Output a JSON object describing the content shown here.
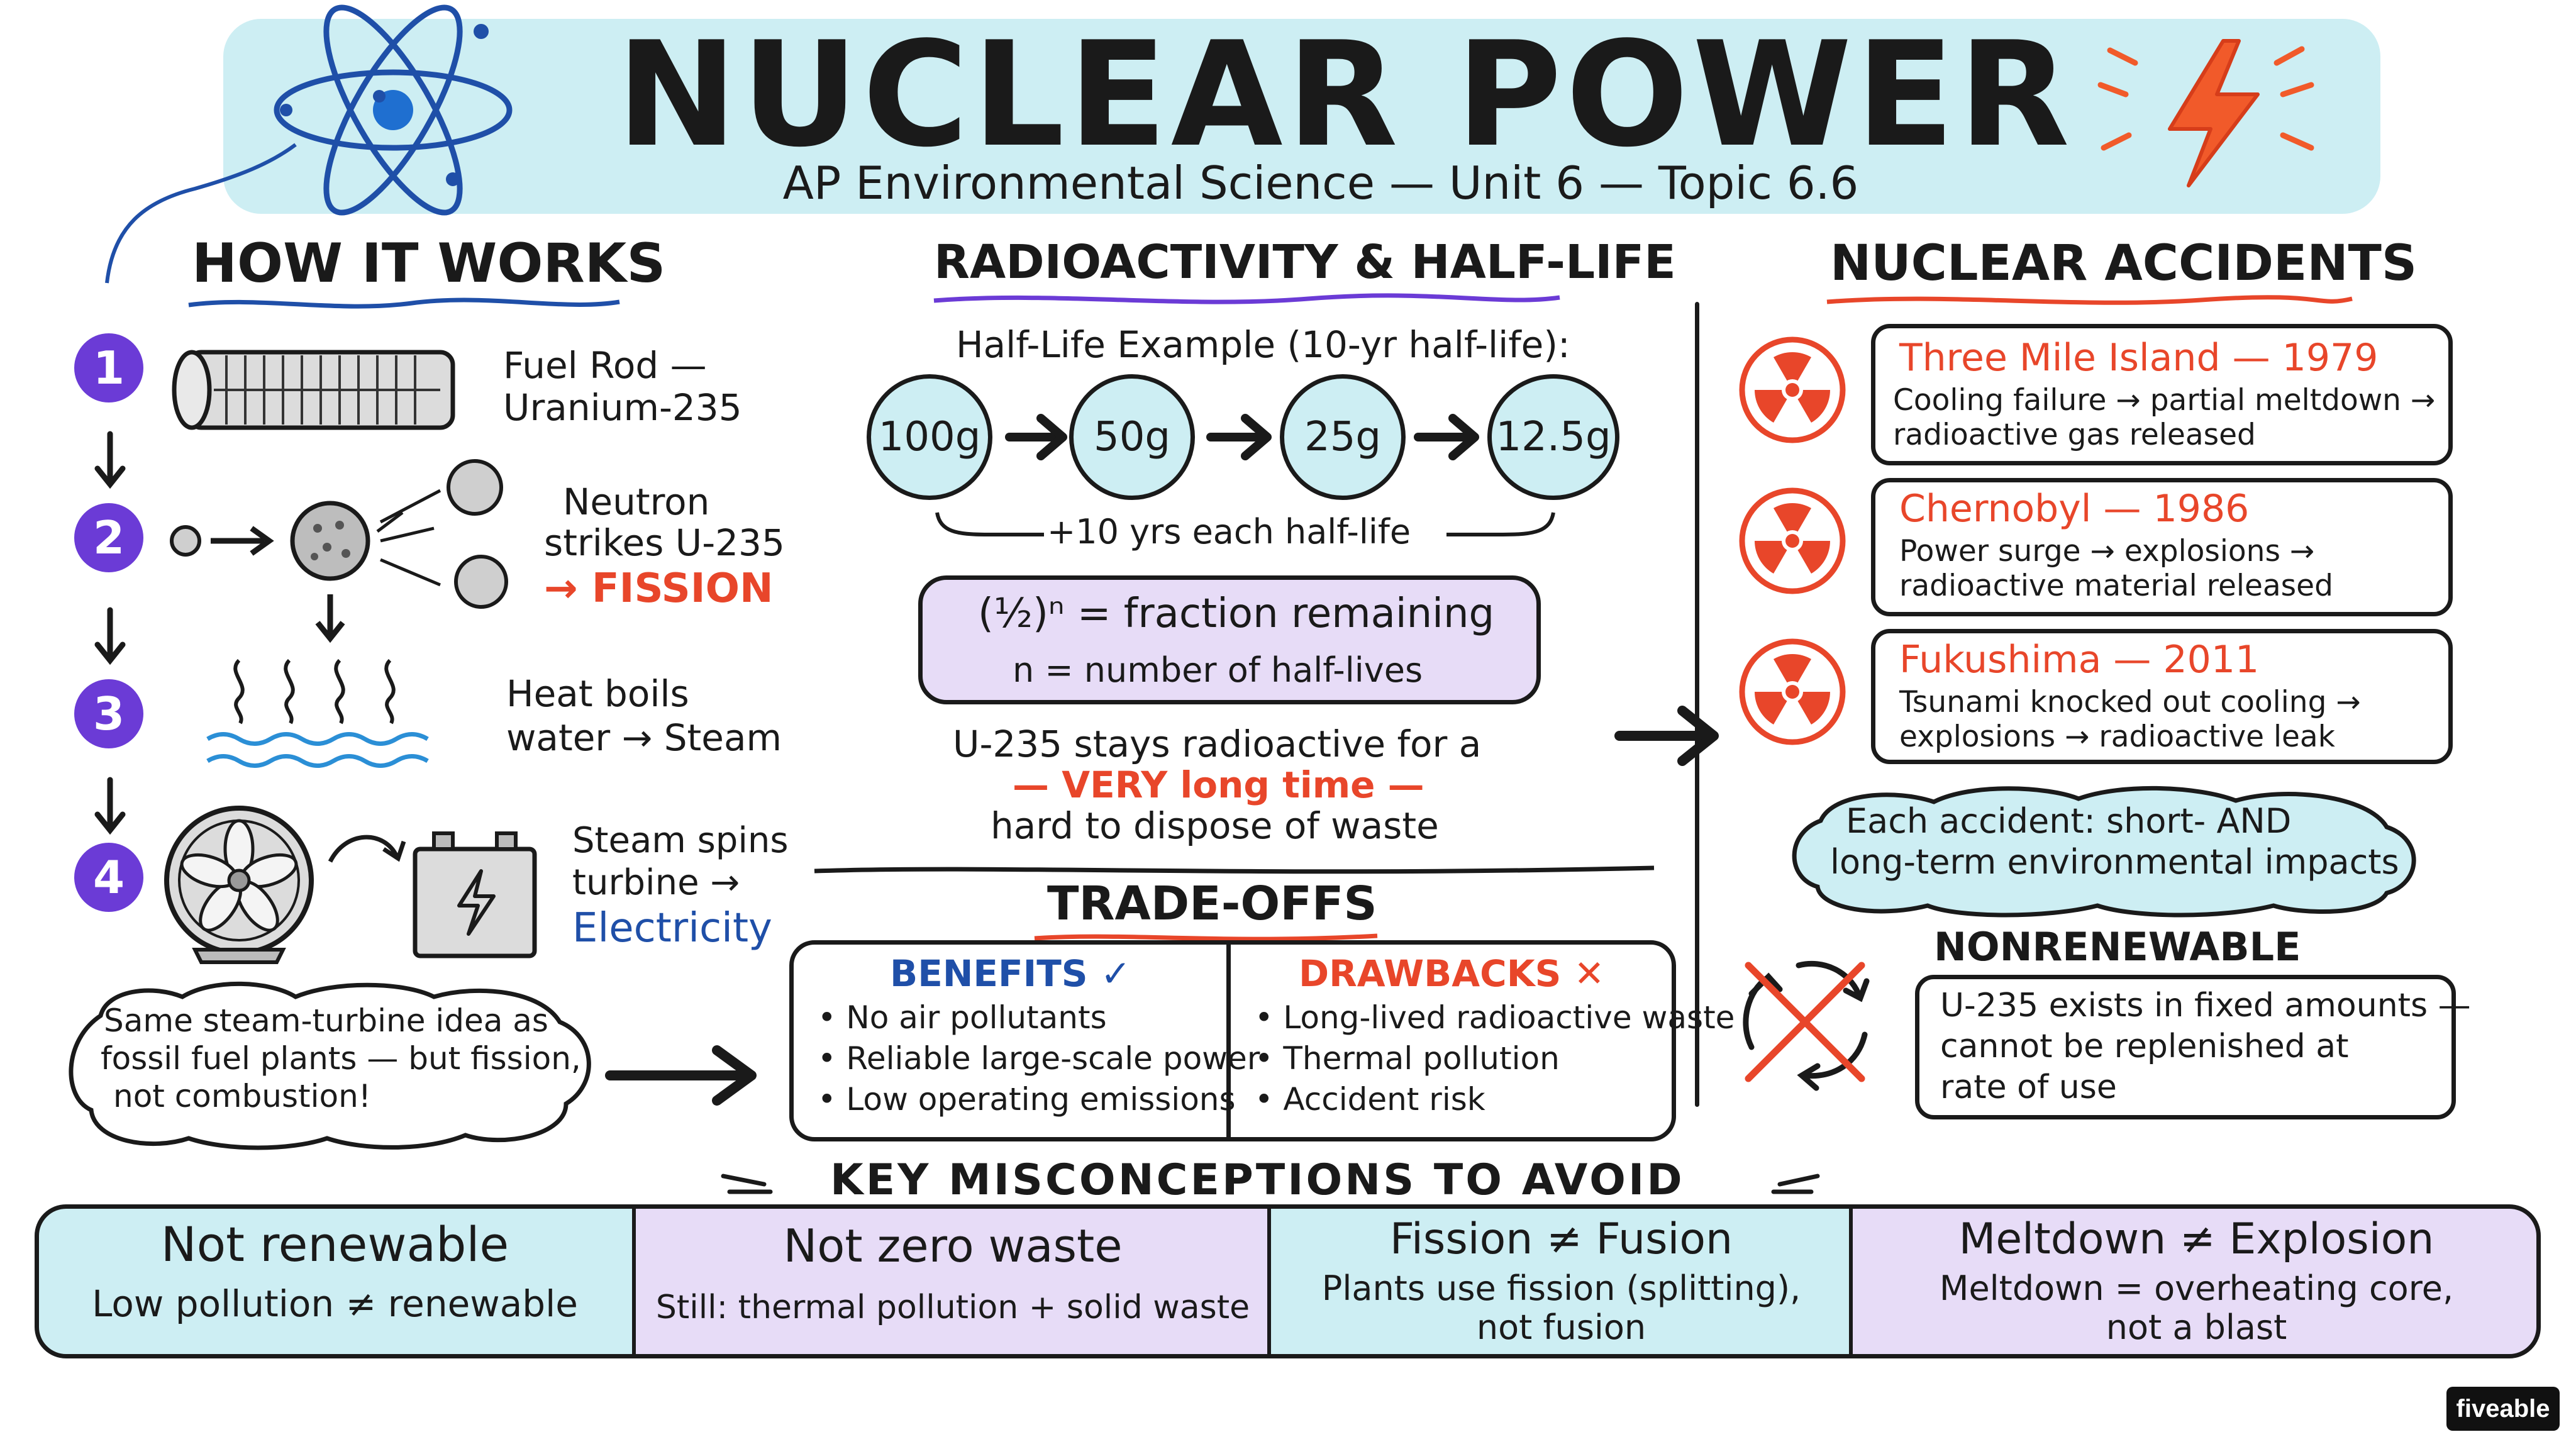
{
  "header": {
    "title": "NUCLEAR POWER",
    "subtitle": "AP Environmental Science — Unit 6 — Topic 6.6"
  },
  "how_it_works": {
    "heading": "HOW IT WORKS",
    "steps": [
      {
        "num": "1",
        "line1": "Fuel Rod —",
        "line2": "Uranium-235"
      },
      {
        "num": "2",
        "line1": "Neutron",
        "line2": "strikes U-235",
        "line3": "→ FISSION"
      },
      {
        "num": "3",
        "line1": "Heat boils",
        "line2": "water → Steam"
      },
      {
        "num": "4",
        "line1": "Steam spins",
        "line2": "turbine →",
        "line3": "Electricity"
      }
    ],
    "cloud": {
      "line1": "Same steam-turbine idea as",
      "line2": "fossil fuel plants — but fission,",
      "line3": "not combustion!"
    }
  },
  "radioactivity": {
    "heading": "RADIOACTIVITY & HALF-LIFE",
    "example_label": "Half-Life Example (10-yr half-life):",
    "masses": [
      "100g",
      "50g",
      "25g",
      "12.5g"
    ],
    "interval_label": "+10 yrs each half-life",
    "formula_line1": "(½)ⁿ = fraction remaining",
    "formula_line2": "n = number of half-lives",
    "note_line1": "U-235 stays radioactive for a",
    "note_line2": "— VERY long time —",
    "note_line3": "hard to dispose of waste"
  },
  "tradeoffs": {
    "heading": "TRADE-OFFS",
    "benefits_title": "BENEFITS ✓",
    "benefits": [
      "No air pollutants",
      "Reliable large-scale power",
      "Low operating emissions"
    ],
    "drawbacks_title": "DRAWBACKS ✕",
    "drawbacks": [
      "Long-lived radioactive waste",
      "Thermal pollution",
      "Accident risk"
    ]
  },
  "accidents": {
    "heading": "NUCLEAR ACCIDENTS",
    "items": [
      {
        "title": "Three Mile Island — 1979",
        "line1": "Cooling failure → partial meltdown →",
        "line2": "radioactive gas released"
      },
      {
        "title": "Chernobyl — 1986",
        "line1": "Power surge → explosions →",
        "line2": "radioactive material released"
      },
      {
        "title": "Fukushima — 2011",
        "line1": "Tsunami knocked out cooling →",
        "line2": "explosions → radioactive leak"
      }
    ],
    "cloud_line1": "Each accident: short- AND",
    "cloud_line2": "long-term environmental impacts"
  },
  "nonrenewable": {
    "heading": "NONRENEWABLE",
    "line1": "U-235 exists in fixed amounts —",
    "line2": "cannot be replenished at",
    "line3": "rate of use"
  },
  "misconceptions": {
    "heading": "KEY MISCONCEPTIONS TO AVOID",
    "cells": [
      {
        "title": "Not renewable",
        "line1": "Low pollution ≠ renewable",
        "line2": ""
      },
      {
        "title": "Not zero waste",
        "line1": "Still: thermal pollution + solid waste",
        "line2": ""
      },
      {
        "title": "Fission ≠ Fusion",
        "line1": "Plants use fission (splitting),",
        "line2": "not fusion"
      },
      {
        "title": "Meltdown ≠ Explosion",
        "line1": "Meltdown = overheating core,",
        "line2": "not a blast"
      }
    ]
  },
  "brand": "fiveable",
  "colors": {
    "header_bg": "#cdeef3",
    "purple": "#6b3bd6",
    "red": "#e8462a",
    "blue": "#1f4fa8",
    "lavender": "#e7dcf7",
    "cyan": "#cdeef3"
  }
}
